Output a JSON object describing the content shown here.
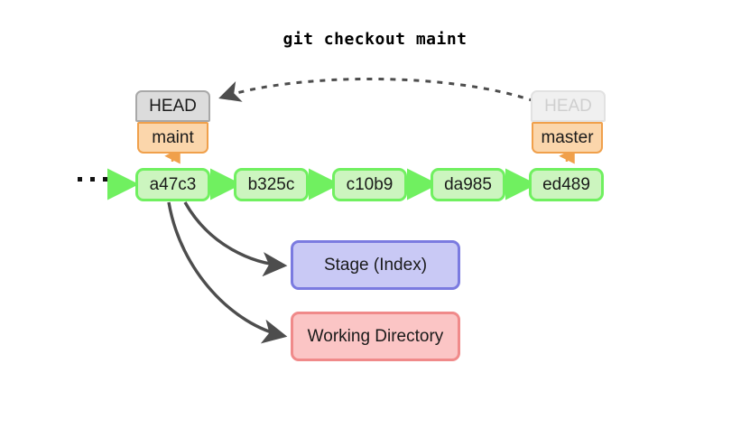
{
  "title": "git checkout maint",
  "colors": {
    "commit_fill": "#ccf5bf",
    "commit_border": "#70f060",
    "branch_fill": "#fbd6ab",
    "branch_border": "#f0a04b",
    "head_fill": "#dcdcdc",
    "head_border": "#a8a8a8",
    "head_ghost_fill": "#f0f0f0",
    "head_ghost_text": "#cfcfcf",
    "stage_fill": "#c9c9f5",
    "stage_border": "#7b7be0",
    "workdir_fill": "#fbc5c5",
    "workdir_border": "#f08a8a",
    "arrow_gray": "#4d4d4d",
    "background": "#ffffff"
  },
  "refs": {
    "head_active": "HEAD",
    "head_ghost": "HEAD",
    "branch_current": "maint",
    "branch_other": "master"
  },
  "commits": [
    {
      "hash": "a47c3"
    },
    {
      "hash": "b325c"
    },
    {
      "hash": "c10b9"
    },
    {
      "hash": "da985"
    },
    {
      "hash": "ed489"
    }
  ],
  "ellipsis": "...",
  "areas": {
    "stage": "Stage (Index)",
    "working_directory": "Working Directory"
  }
}
